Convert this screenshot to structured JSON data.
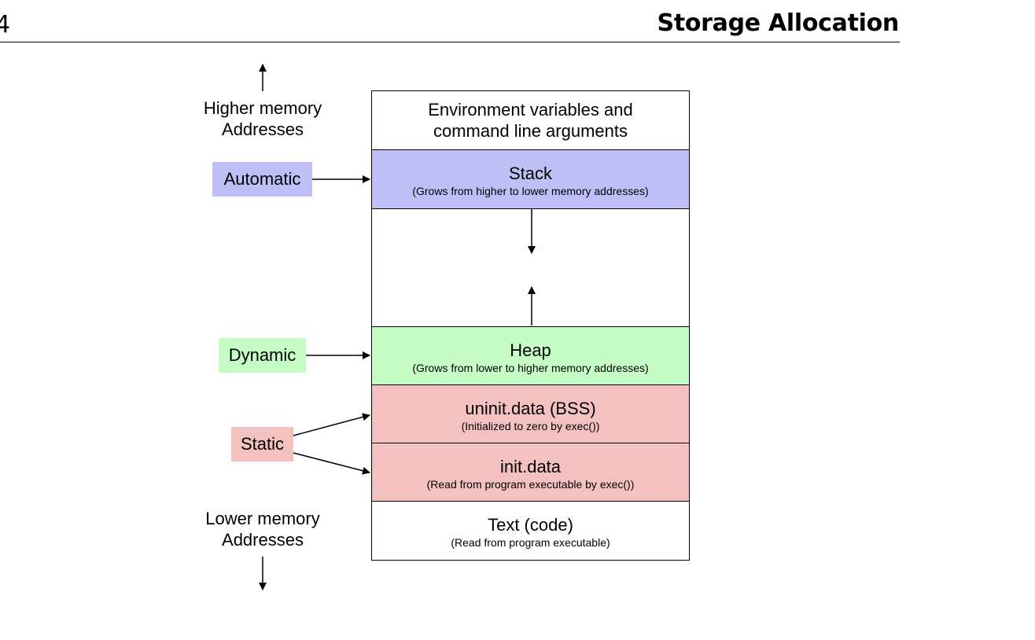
{
  "header": {
    "page_number": "4",
    "title": "Storage Allocation"
  },
  "labels": {
    "higher_line1": "Higher memory",
    "higher_line2": "Addresses",
    "lower_line1": "Lower memory",
    "lower_line2": "Addresses"
  },
  "segments": {
    "env": {
      "line1": "Environment variables and",
      "line2": "command line arguments"
    },
    "stack": {
      "title": "Stack",
      "note": "(Grows from higher to lower memory addresses)"
    },
    "heap": {
      "title": "Heap",
      "note": "(Grows from lower to higher memory addresses)"
    },
    "bss": {
      "title": "uninit.data (BSS)",
      "note": "(Initialized to zero by exec())"
    },
    "data": {
      "title": "init.data",
      "note": "(Read from program executable by exec())"
    },
    "text": {
      "title": "Text (code)",
      "note": "(Read from program executable)"
    }
  },
  "tags": {
    "automatic": "Automatic",
    "dynamic": "Dynamic",
    "static": "Static"
  },
  "colors": {
    "stack": "#bfbff8",
    "heap": "#c6fcc6",
    "static": "#f4c1c1",
    "white": "#ffffff"
  }
}
